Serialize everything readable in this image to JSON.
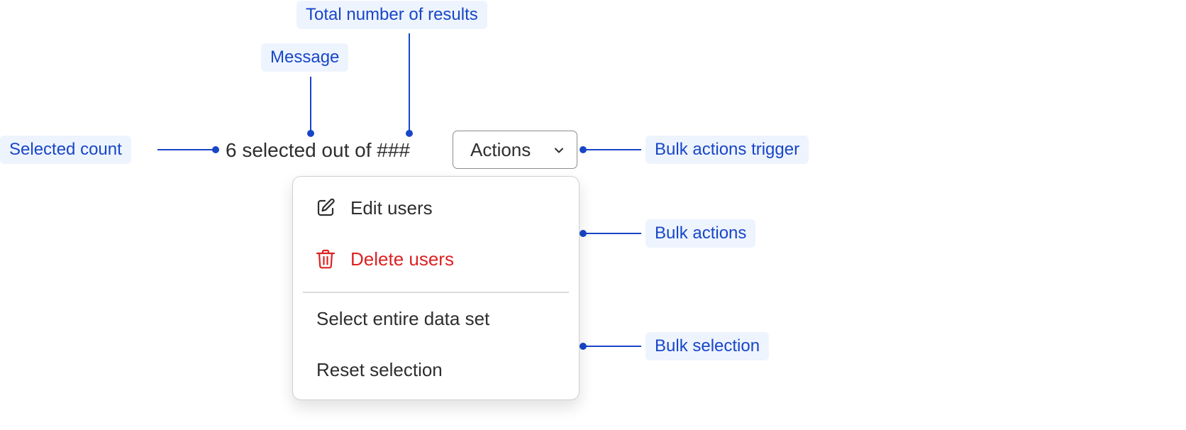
{
  "callouts": {
    "total_results": "Total number of results",
    "message": "Message",
    "selected_count": "Selected count",
    "bulk_actions_trigger": "Bulk actions trigger",
    "bulk_actions": "Bulk actions",
    "bulk_selection": "Bulk selection"
  },
  "selection": {
    "text": "6 selected out of ###"
  },
  "trigger": {
    "label": "Actions",
    "icon": "chevron-down-icon"
  },
  "menu": {
    "edit": {
      "label": "Edit users",
      "icon": "pencil-edit-icon"
    },
    "delete": {
      "label": "Delete users",
      "icon": "trash-icon"
    },
    "select_all": {
      "label": "Select entire data set"
    },
    "reset": {
      "label": "Reset selection"
    }
  },
  "colors": {
    "callout_text": "#1846c8",
    "callout_bg": "#eef4fe",
    "connector": "#1846c8",
    "danger": "#dd2222",
    "body_text": "#2e2e2e"
  }
}
